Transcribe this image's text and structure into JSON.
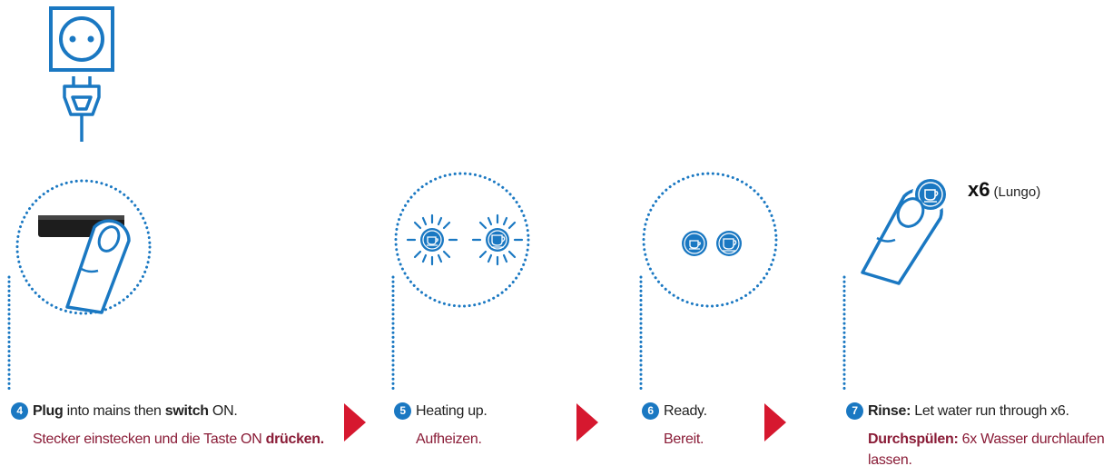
{
  "steps": [
    {
      "number": "4",
      "en_bold": "Plug",
      "en_mid": " into mains then ",
      "en_bold2": "switch",
      "en_rest": " ON.",
      "de_text": "Stecker einstecken und die Taste ON ",
      "de_bold": "drücken."
    },
    {
      "number": "5",
      "en_text": "Heating up.",
      "de_text": "Aufheizen."
    },
    {
      "number": "6",
      "en_text": "Ready.",
      "de_text": "Bereit."
    },
    {
      "number": "7",
      "en_bold": "Rinse:",
      "en_rest": " Let water run through x6.",
      "de_bold": "Durchspülen:",
      "de_rest": " 6x Wasser durchlaufen lassen."
    }
  ],
  "rinse": {
    "multiplier": "x6",
    "variant": "(Lungo)"
  },
  "colors": {
    "blue": "#1a78c2",
    "red": "#d6182f",
    "maroon": "#8a1c37"
  },
  "icons": [
    "power-socket-icon",
    "power-plug-icon",
    "power-switch-icon",
    "finger-icon",
    "cup-button-icon",
    "arrow-right-icon"
  ]
}
